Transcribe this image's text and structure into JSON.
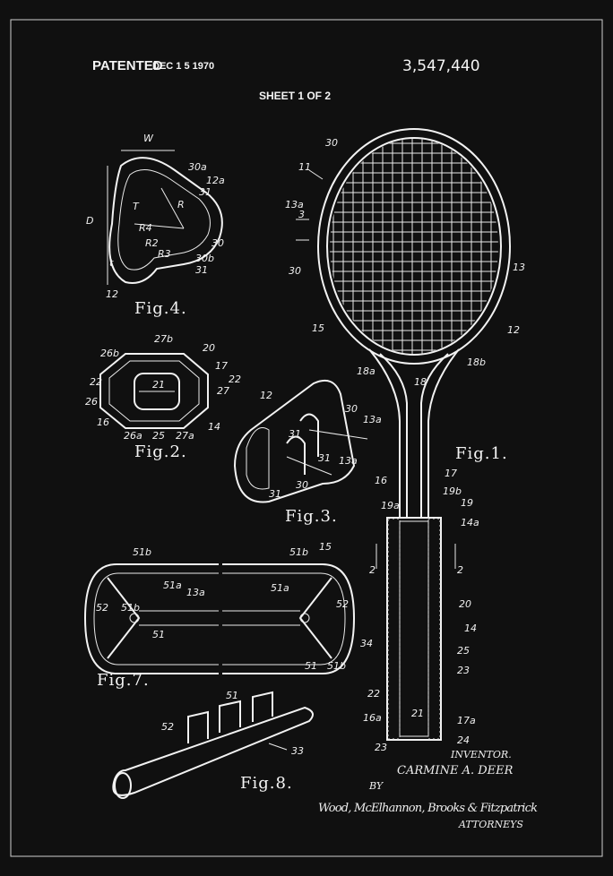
{
  "header": {
    "patented": "PATENTED",
    "date": "DEC 1 5 1970",
    "patent_number": "3,547,440",
    "sheet": "SHEET 1 OF 2"
  },
  "figures": {
    "fig1": "Fig.1.",
    "fig2": "Fig.2.",
    "fig3": "Fig.3.",
    "fig4": "Fig.4.",
    "fig7": "Fig.7.",
    "fig8": "Fig.8."
  },
  "labels": {
    "fig1": [
      "30",
      "11",
      "13a",
      "3",
      "30",
      "13",
      "15",
      "12",
      "18a",
      "18",
      "18b",
      "16",
      "17",
      "19a",
      "19b",
      "19",
      "14a",
      "2",
      "2",
      "20",
      "14",
      "25",
      "23",
      "22",
      "16a",
      "21",
      "17a",
      "23",
      "24"
    ],
    "fig4": [
      "W",
      "30a",
      "12a",
      "31",
      "D",
      "T",
      "R",
      "R4",
      "R2",
      "R3",
      "30",
      "30b",
      "31",
      "t",
      "12"
    ],
    "fig2": [
      "27b",
      "26b",
      "20",
      "17",
      "22",
      "22",
      "26",
      "21",
      "27",
      "16",
      "26a",
      "25",
      "27a",
      "14"
    ],
    "fig3": [
      "12",
      "30",
      "13a",
      "31",
      "31",
      "13a",
      "30",
      "31"
    ],
    "fig7": [
      "51b",
      "15",
      "51b",
      "51a",
      "13a",
      "51a",
      "52",
      "51b",
      "52",
      "51",
      "51",
      "51b",
      "34"
    ],
    "fig8": [
      "51",
      "52",
      "33"
    ]
  },
  "signature": {
    "inventor_heading": "INVENTOR.",
    "inventor_name": "CARMINE A. DEER",
    "by": "BY",
    "attorneys_signature": "Wood, McElhannon, Brooks & Fitzpatrick",
    "attorneys_heading": "ATTORNEYS"
  }
}
